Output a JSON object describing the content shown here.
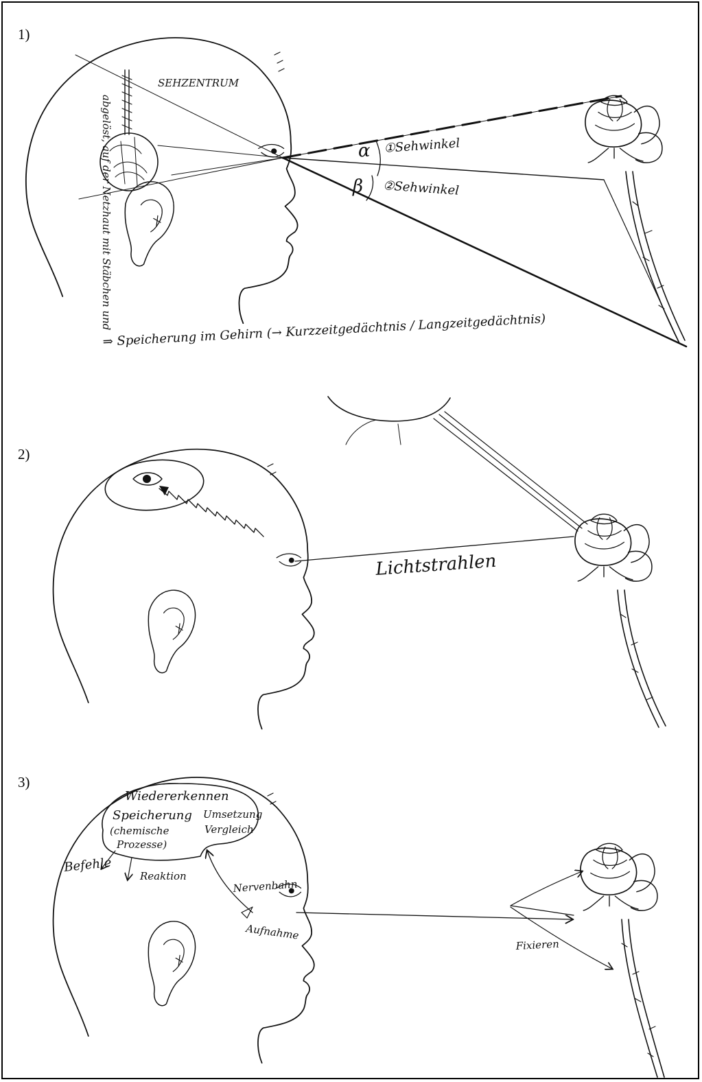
{
  "panels": [
    {
      "label": "1)",
      "annotations": {
        "sehzentrum": "SEHZENTRUM",
        "side_note": "abgelöst, auf der Netzhaut mit Stäbchen und",
        "angle_alpha": "α",
        "angle_beta": "β",
        "sehwinkel_1": "①Sehwinkel",
        "sehwinkel_2": "②Sehwinkel",
        "bottom_note": "⇒ Speicherung im Gehirn (→ Kurzzeitgedächtnis / Langzeitgedächtnis)"
      }
    },
    {
      "label": "2)",
      "annotations": {
        "lichtstrahlen": "Lichtstrahlen"
      }
    },
    {
      "label": "3)",
      "annotations": {
        "wiedererkennen": "Wiedererkennen",
        "speicherung": "Speicherung",
        "chemische": "(chemische",
        "prozesse": "Prozesse)",
        "umsetzung": "Umsetzung",
        "vergleich": "Vergleich",
        "befehle": "Befehle",
        "reaktion": "Reaktion",
        "nervenbahn": "Nervenbahn",
        "aufnahme": "Aufnahme",
        "fixieren": "Fixieren"
      }
    }
  ],
  "colors": {
    "ink": "#111111",
    "paper": "#ffffff",
    "border": "#000000"
  }
}
